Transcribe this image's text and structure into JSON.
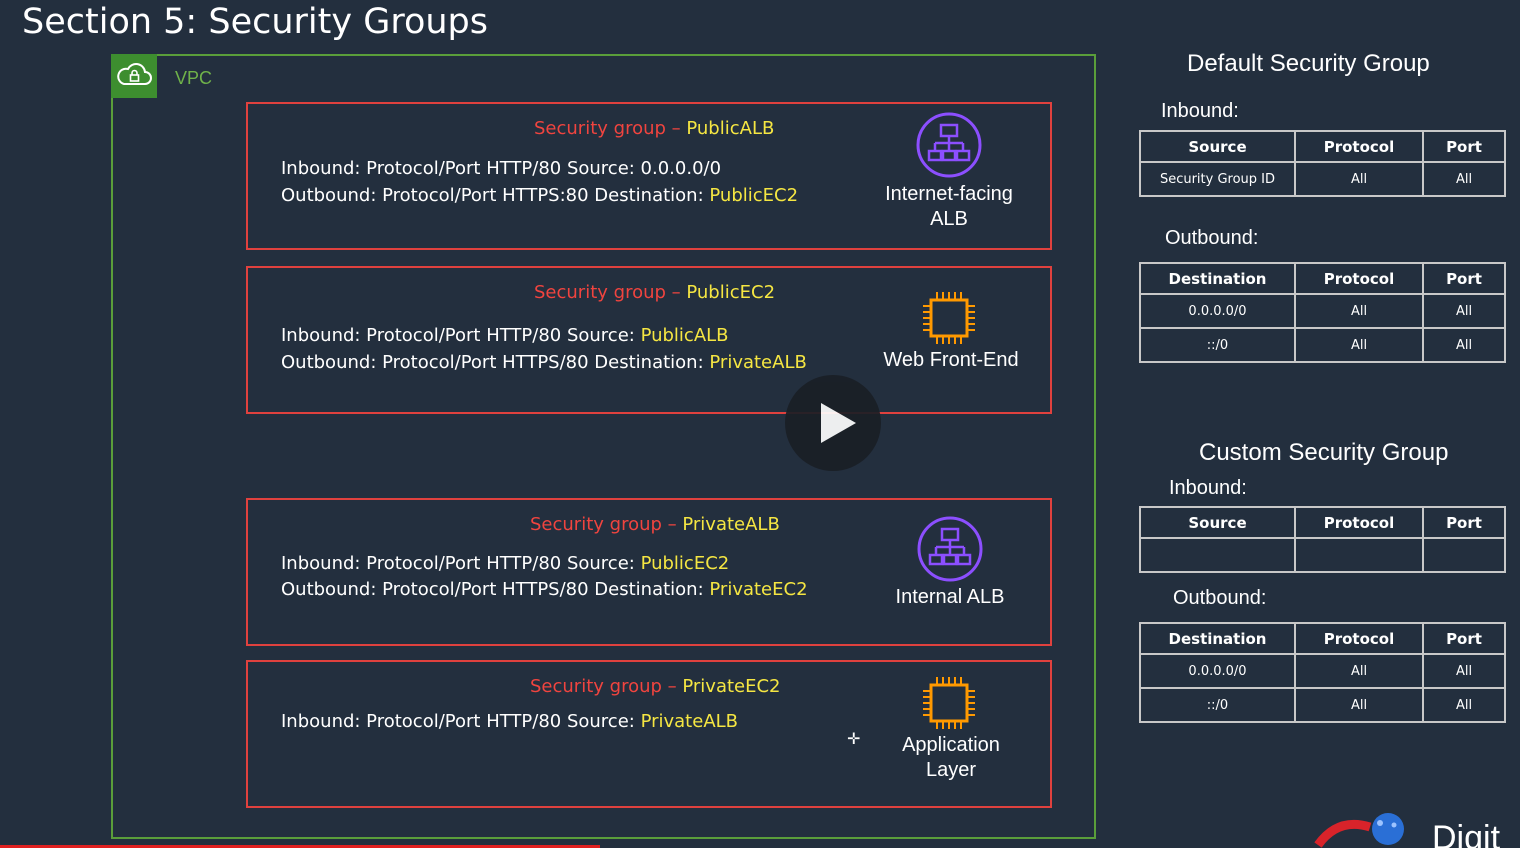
{
  "title": "Section 5: Security Groups",
  "vpc": {
    "label": "VPC"
  },
  "security_groups": [
    {
      "title_prefix": "Security group – ",
      "title_name": "PublicALB",
      "rules": [
        {
          "text": "Inbound: Protocol/Port HTTP/80 Source: 0.0.0.0/0",
          "highlight": ""
        },
        {
          "text": "Outbound: Protocol/Port HTTPS:80 Destination: ",
          "highlight": "PublicEC2"
        }
      ],
      "service_label_line1": "Internet-facing",
      "service_label_line2": "ALB",
      "icon": "load-balancer-icon"
    },
    {
      "title_prefix": "Security group – ",
      "title_name": "PublicEC2",
      "rules": [
        {
          "text": "Inbound: Protocol/Port HTTP/80 Source: ",
          "highlight": "PublicALB"
        },
        {
          "text": "Outbound: Protocol/Port HTTPS/80 Destination: ",
          "highlight": "PrivateALB"
        }
      ],
      "service_label_line1": "Web Front-End",
      "service_label_line2": "",
      "icon": "ec2-chip-icon"
    },
    {
      "title_prefix": "Security group – ",
      "title_name": "PrivateALB",
      "rules": [
        {
          "text": "Inbound: Protocol/Port HTTP/80 Source: ",
          "highlight": "PublicEC2"
        },
        {
          "text": "Outbound: Protocol/Port HTTPS/80 Destination: ",
          "highlight": "PrivateEC2"
        }
      ],
      "service_label_line1": "Internal ALB",
      "service_label_line2": "",
      "icon": "load-balancer-icon"
    },
    {
      "title_prefix": "Security group – ",
      "title_name": "PrivateEC2",
      "rules": [
        {
          "text": "Inbound: Protocol/Port HTTP/80 Source: ",
          "highlight": "PrivateALB"
        }
      ],
      "service_label_line1": "Application",
      "service_label_line2": "Layer",
      "icon": "ec2-chip-icon"
    }
  ],
  "default_sg": {
    "heading": "Default Security Group",
    "inbound_label": "Inbound:",
    "inbound_headers": [
      "Source",
      "Protocol",
      "Port"
    ],
    "inbound_rows": [
      [
        "Security Group ID",
        "All",
        "All"
      ]
    ],
    "outbound_label": "Outbound:",
    "outbound_headers": [
      "Destination",
      "Protocol",
      "Port"
    ],
    "outbound_rows": [
      [
        "0.0.0.0/0",
        "All",
        "All"
      ],
      [
        "::/0",
        "All",
        "All"
      ]
    ]
  },
  "custom_sg": {
    "heading": "Custom Security Group",
    "inbound_label": "Inbound:",
    "inbound_headers": [
      "Source",
      "Protocol",
      "Port"
    ],
    "inbound_rows": [
      [
        "",
        "",
        ""
      ]
    ],
    "outbound_label": "Outbound:",
    "outbound_headers": [
      "Destination",
      "Protocol",
      "Port"
    ],
    "outbound_rows": [
      [
        "0.0.0.0/0",
        "All",
        "All"
      ],
      [
        "::/0",
        "All",
        "All"
      ]
    ]
  },
  "logo_text": "Digit",
  "colors": {
    "background": "#232f3e",
    "vpc_border": "#5a9e3a",
    "sg_border": "#e0413e",
    "sg_title": "#f0443f",
    "highlight": "#f5e642",
    "alb_icon": "#8c4fff",
    "ec2_icon": "#ff9900"
  }
}
